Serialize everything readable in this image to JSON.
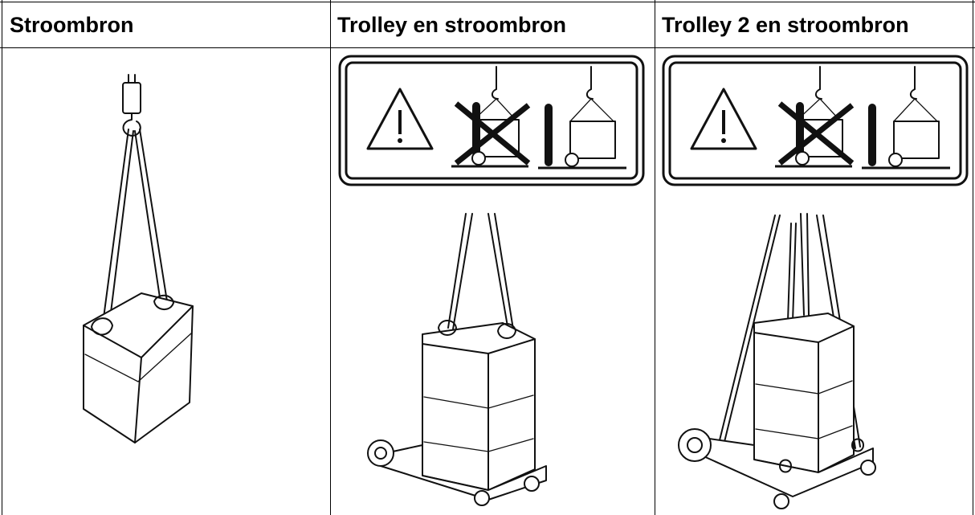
{
  "columns": [
    {
      "header": "Stroombron",
      "illustration": "power-source-lifted-by-hook"
    },
    {
      "header": "Trolley en stroombron",
      "illustration": "trolley-with-power-source-lifted"
    },
    {
      "header": "Trolley 2 en stroombron",
      "illustration": "trolley-2-with-power-source-lifted"
    }
  ],
  "warning_sign": {
    "icon": "warning-triangle-icon",
    "forbidden": "lifting-with-gas-cylinder-crossed-out",
    "allowed": "lifting-without-gas-cylinder"
  }
}
